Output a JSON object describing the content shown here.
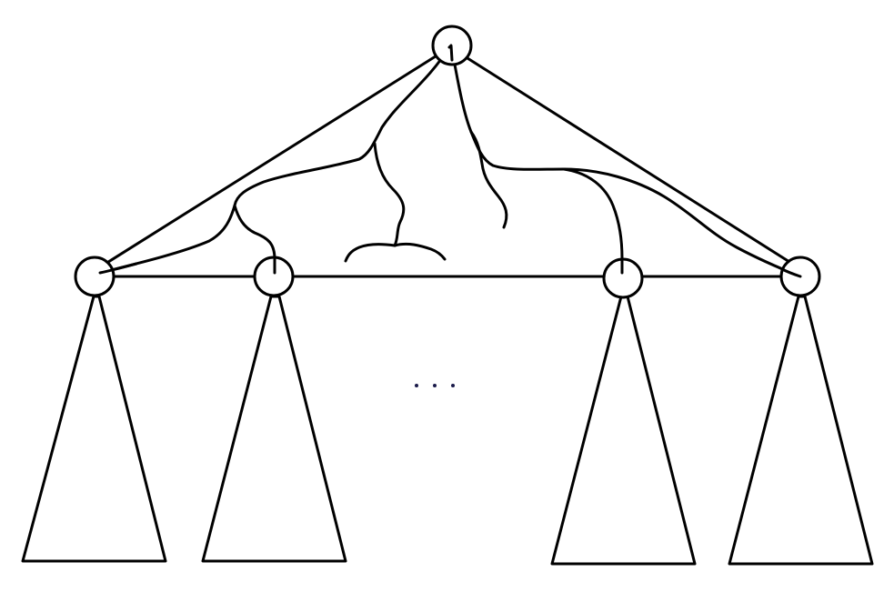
{
  "diagram": {
    "kind": "tree with subtrees and branching paths",
    "root": {
      "id": "root"
    },
    "children": [
      {
        "id": "child-1",
        "has_subtree": true
      },
      {
        "id": "child-2",
        "has_subtree": true
      },
      {
        "id": "child-3",
        "has_subtree": true
      },
      {
        "id": "child-4",
        "has_subtree": true
      }
    ],
    "ellipsis": "· · ·",
    "colors": {
      "stroke": "#000000",
      "background": "#ffffff",
      "ellipsis_dots": "#1a1a4a"
    }
  }
}
